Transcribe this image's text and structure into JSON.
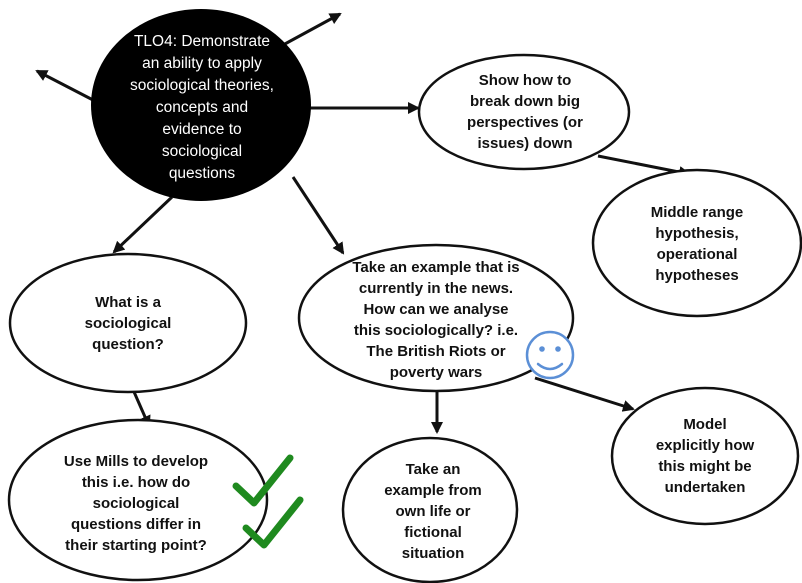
{
  "nodes": {
    "tlo4": "TLO4: Demonstrate\nan ability to apply\nsociological theories,\nconcepts and\nevidence to\nsociological\nquestions",
    "break_down": "Show how to\nbreak down big\nperspectives (or\nissues) down",
    "middle_range": "Middle range\nhypothesis,\noperational\nhypotheses",
    "what_is": "What is a\nsociological\nquestion?",
    "news_example": "Take an example that is\ncurrently in the news.\nHow can we analyse\nthis sociologically? i.e.\nThe British Riots or\npoverty wars",
    "mills": "Use Mills to develop\nthis i.e. how do\nsociological\nquestions differ in\ntheir starting point?",
    "own_life": "Take an\nexample from\nown life or\nfictional\nsituation",
    "model": "Model\nexplicitly how\nthis might be\nundertaken"
  },
  "icons": {
    "smiley": "smiley-icon",
    "checkmarks": "checkmark-icon"
  },
  "colors": {
    "central_fill": "#000000",
    "outline": "#111111",
    "smiley": "#5b8fd6",
    "check": "#1f8a1f"
  }
}
